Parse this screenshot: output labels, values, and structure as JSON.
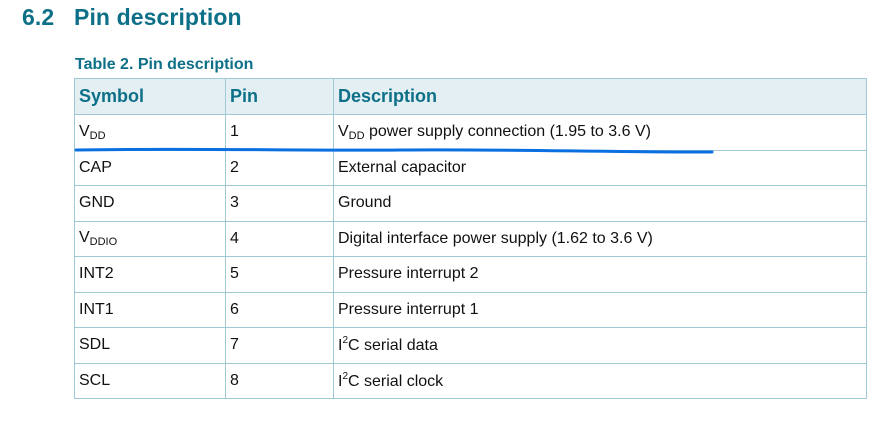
{
  "section": {
    "number": "6.2",
    "title": "Pin description"
  },
  "table": {
    "caption": "Table 2.  Pin description",
    "headers": {
      "symbol": "Symbol",
      "pin": "Pin",
      "description": "Description"
    },
    "rows": [
      {
        "symbol_main": "V",
        "symbol_sub": "DD",
        "pin": "1",
        "desc_pre": "V",
        "desc_sub": "DD",
        "desc": " power supply connection (1.95 to 3.6 V)"
      },
      {
        "symbol_main": "CAP",
        "pin": "2",
        "desc": "External capacitor"
      },
      {
        "symbol_main": "GND",
        "pin": "3",
        "desc": "Ground"
      },
      {
        "symbol_main": "V",
        "symbol_sub": "DDIO",
        "pin": "4",
        "desc": "Digital interface power supply (1.62 to 3.6 V)"
      },
      {
        "symbol_main": "INT2",
        "pin": "5",
        "desc": "Pressure interrupt 2"
      },
      {
        "symbol_main": "INT1",
        "pin": "6",
        "desc": "Pressure interrupt 1"
      },
      {
        "symbol_main": "SDL",
        "pin": "7",
        "desc_pre": "I",
        "desc_sup": "2",
        "desc": "C serial data"
      },
      {
        "symbol_main": "SCL",
        "pin": "8",
        "desc_pre": "I",
        "desc_sup": "2",
        "desc": "C serial clock"
      }
    ]
  },
  "annotation": {
    "type": "underline",
    "color": "#0a6fe0",
    "row": 1
  },
  "colors": {
    "heading": "#0d7088",
    "header_bg": "#e3eff2",
    "border": "#9fc9d4"
  }
}
